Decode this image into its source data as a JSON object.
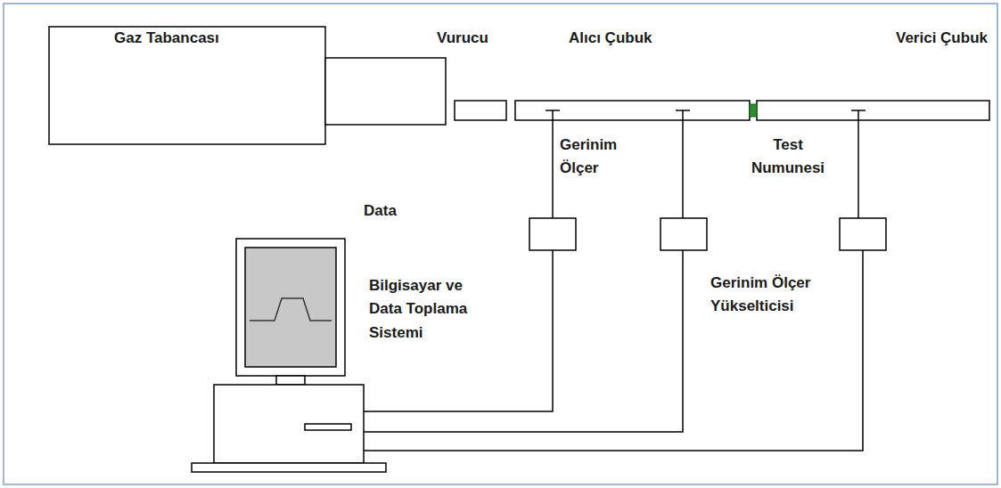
{
  "diagram": {
    "labels": [
      "Gaz Tabancası",
      "Vurucu",
      "Alıcı Çubuk",
      "Verici Çubuk",
      "Gerinim Ölçer",
      "Test Numunesi",
      "Data",
      "Bilgisayar ve Data Toplama Sistemi",
      "Gerinim Ölçer Yükselticisi"
    ]
  }
}
